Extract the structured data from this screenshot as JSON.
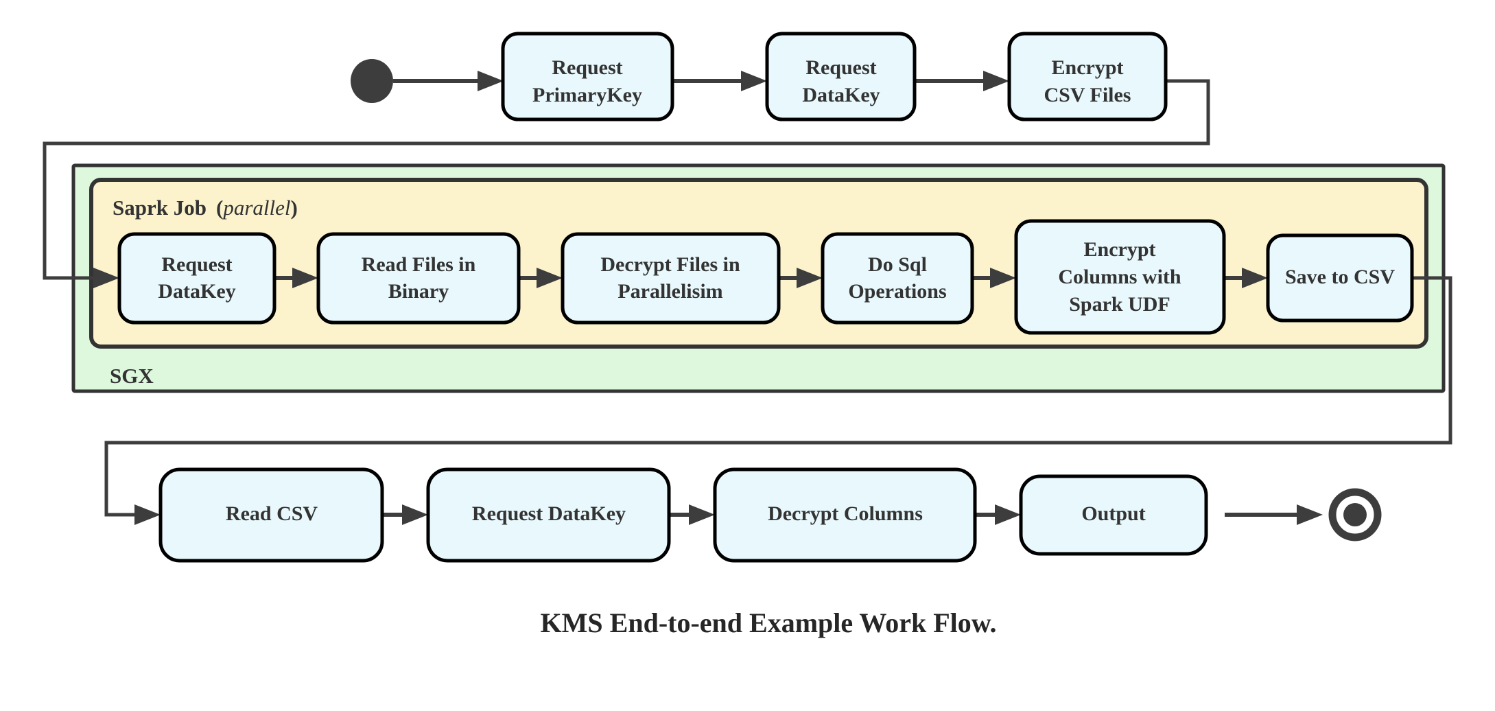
{
  "diagram": {
    "caption": "KMS End-to-end Example Work Flow.",
    "colors": {
      "box_fill": "#e8f8fc",
      "box_stroke": "#000000",
      "outer_container_fill": "#ddf8dd",
      "inner_container_fill": "#fcf3cc",
      "edge": "#3d3d3d",
      "text": "#333333"
    },
    "containers": {
      "outer": {
        "label": "SGX"
      },
      "inner": {
        "label_bold": "Saprk Job",
        "label_italic": "parallel",
        "label_full": "Saprk Job (parallel)"
      }
    },
    "nodes": {
      "start": {
        "name": "start-node",
        "label": ""
      },
      "end": {
        "name": "end-node",
        "label": ""
      },
      "row_top": [
        {
          "id": "request-primarykey",
          "lines": [
            "Request",
            "PrimaryKey"
          ]
        },
        {
          "id": "request-datakey-top",
          "lines": [
            "Request",
            "DataKey"
          ]
        },
        {
          "id": "encrypt-csv-files",
          "lines": [
            "Encrypt",
            "CSV Files"
          ]
        }
      ],
      "row_middle": [
        {
          "id": "request-datakey-spark",
          "lines": [
            "Request",
            "DataKey"
          ]
        },
        {
          "id": "read-files-in-binary",
          "lines": [
            "Read Files in",
            "Binary"
          ]
        },
        {
          "id": "decrypt-files-in-parallelisim",
          "lines": [
            "Decrypt Files in",
            "Parallelisim"
          ]
        },
        {
          "id": "do-sql-operations",
          "lines": [
            "Do Sql",
            "Operations"
          ]
        },
        {
          "id": "encrypt-columns-with-spark-udf",
          "lines": [
            "Encrypt",
            "Columns with",
            "Spark UDF"
          ]
        },
        {
          "id": "save-to-csv",
          "lines": [
            "Save to CSV"
          ]
        }
      ],
      "row_bottom": [
        {
          "id": "read-csv",
          "lines": [
            "Read CSV"
          ]
        },
        {
          "id": "request-datakey-bottom",
          "lines": [
            "Request DataKey"
          ]
        },
        {
          "id": "decrypt-columns",
          "lines": [
            "Decrypt Columns"
          ]
        },
        {
          "id": "output",
          "lines": [
            "Output"
          ]
        }
      ]
    }
  }
}
